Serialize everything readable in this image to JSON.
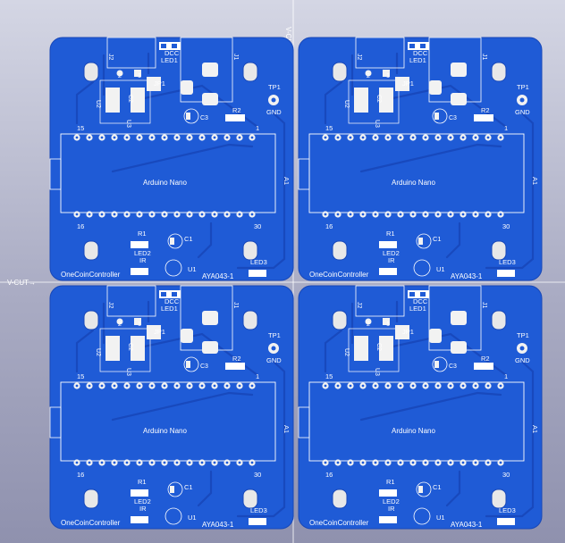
{
  "colors": {
    "board": "#1f5bd6",
    "board_edge": "#1747b8",
    "trace": "#1a4fc4",
    "silk": "#ffffff",
    "hole": "#e8e8e8",
    "pad": "#f2f2f2",
    "background": "#b8bacd"
  },
  "cut_marks": {
    "vertical": "V-CUT→",
    "horizontal": "V-CUT→"
  },
  "board": {
    "j2": "J2",
    "j1": "J1",
    "dcc": "DCC",
    "led1": "LED1",
    "pin2_top": "2",
    "pin1_top": "1",
    "jp1": "JP1",
    "c2": "C2",
    "u2": "U2",
    "u3": "U3",
    "c3": "C3",
    "r2": "R2",
    "tp1": "TP1",
    "gnd": "GND",
    "pin15": "15",
    "pin1": "1",
    "a1": "A1",
    "arduino": "Arduino Nano",
    "pin16": "16",
    "pin30": "30",
    "r1": "R1",
    "c1": "C1",
    "led2": "LED2",
    "ir": "IR",
    "u1": "U1",
    "one_coin": "OneCoinController",
    "aya": "AYA043-1",
    "led3": "LED3"
  }
}
